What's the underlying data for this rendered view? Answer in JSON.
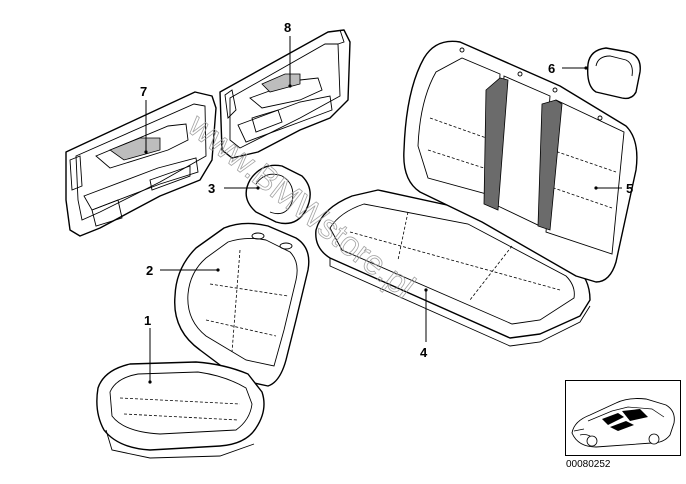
{
  "diagram": {
    "callouts": [
      {
        "id": "1",
        "label": "1"
      },
      {
        "id": "2",
        "label": "2"
      },
      {
        "id": "3",
        "label": "3"
      },
      {
        "id": "4",
        "label": "4"
      },
      {
        "id": "5",
        "label": "5"
      },
      {
        "id": "6",
        "label": "6"
      },
      {
        "id": "7",
        "label": "7"
      },
      {
        "id": "8",
        "label": "8"
      }
    ],
    "watermark": "www.BMWstore.pl",
    "diagram_number": "00080252"
  }
}
